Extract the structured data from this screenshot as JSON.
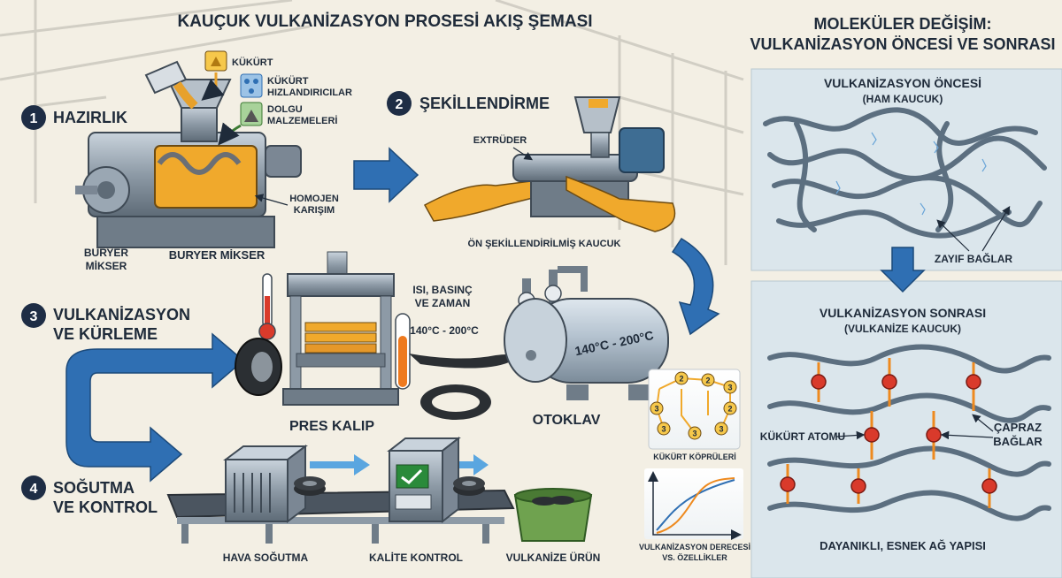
{
  "title": "KAUÇUK VULKANİZASYON PROSESİ AKIŞ ŞEMASI",
  "steps": [
    {
      "number": "1",
      "label": "HAZIRLIK"
    },
    {
      "number": "2",
      "label": "ŞEKİLLENDİRME"
    },
    {
      "number": "3",
      "label_line1": "VULKANİZASYON",
      "label_line2": "VE KÜRLEME"
    },
    {
      "number": "4",
      "label_line1": "SOĞUTMA",
      "label_line2": "VE KONTROL"
    }
  ],
  "ingredients": [
    {
      "label_line1": "KÜKÜRT",
      "label_line2": ""
    },
    {
      "label_line1": "KÜKÜRT",
      "label_line2": "HIZLANDIRICILAR"
    },
    {
      "label_line1": "DOLGU",
      "label_line2": "MALZEMELERİ"
    }
  ],
  "mixer": {
    "mix_label_line1": "HOMOJEN",
    "mix_label_line2": "KARIŞIM",
    "name": "BURYER MİKSER",
    "name_side_line1": "BURYER",
    "name_side_line2": "MİKSER"
  },
  "shaping": {
    "extruder": "EXTRÜDER",
    "output": "ÖN ŞEKİLLENDİRİLMİŞ KAUCUK"
  },
  "curing": {
    "conditions_line1": "ISI, BASINÇ",
    "conditions_line2": "VE ZAMAN",
    "temp_range": "140°C - 200°C",
    "press": "PRES KALIP",
    "autoclave": "OTOKLAV",
    "autoclave_tank_label": "140°C - 200°C"
  },
  "cooling": {
    "air": "HAVA SOĞUTMA",
    "qc": "KALİTE KONTROL",
    "product": "VULKANİZE ÜRÜN"
  },
  "bridges": {
    "label": "KÜKÜRT KÖPRÜLERİ",
    "nodes": [
      "2",
      "3",
      "2",
      "3",
      "3",
      "2",
      "3",
      "3"
    ]
  },
  "cure_graph": {
    "label_line1": "VULKANİZASYON DERECESİ",
    "label_line2": "VS. ÖZELLİKLER"
  },
  "molecular": {
    "title_line1": "MOLEKÜLER DEĞİŞİM:",
    "title_line2": "VULKANİZASYON ÖNCESİ VE SONRASI",
    "before_title": "VULKANİZASYON ÖNCESİ",
    "before_sub": "(HAM KAUCUK)",
    "weak_bonds": "ZAYIF BAĞLAR",
    "after_title": "VULKANİZASYON SONRASI",
    "after_sub": "(VULKANİZE KAUCUK)",
    "sulfur_atom": "KÜKÜRT ATOMU",
    "crosslinks_line1": "ÇAPRAZ",
    "crosslinks_line2": "BAĞLAR",
    "network": "DAYANIKLI, ESNEK AĞ YAPISI"
  },
  "colors": {
    "accent": "#2f6fb3",
    "step_badge": "#1e2d45",
    "rubber": "#f0a92c",
    "sulfur": "#d93a2b",
    "panel": "#dbe6ec"
  }
}
